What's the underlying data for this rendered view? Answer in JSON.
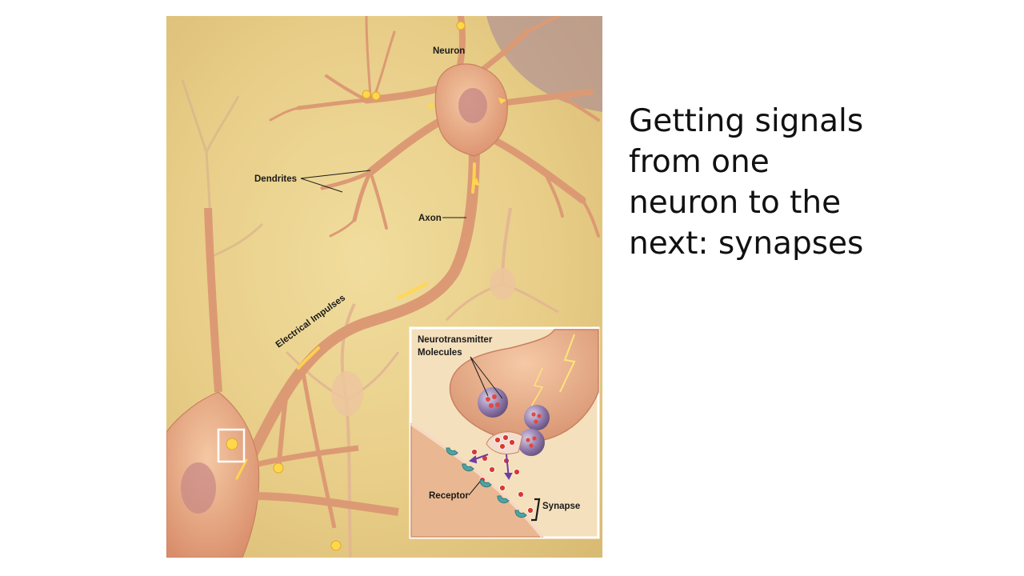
{
  "slide": {
    "heading_lines": [
      "Getting signals",
      "from one",
      "neuron to the",
      "next: synapses"
    ]
  },
  "diagram": {
    "labels": {
      "neuron": "Neuron",
      "dendrites": "Dendrites",
      "axon": "Axon",
      "electrical_impulses": "Electrical Impulses",
      "neurotransmitter_line1": "Neurotransmitter",
      "neurotransmitter_line2": "Molecules",
      "receptor": "Receptor",
      "synapse": "Synapse"
    }
  },
  "colors": {
    "background": "#e9d08a",
    "neuron": "#e2a27b",
    "neuron_dark": "#c97a5c",
    "nucleus": "#c98a86",
    "impulse": "#ffd84a",
    "vesicle": "#7e6a95",
    "molecule": "#d83a32",
    "receptor": "#4fa3a3"
  }
}
